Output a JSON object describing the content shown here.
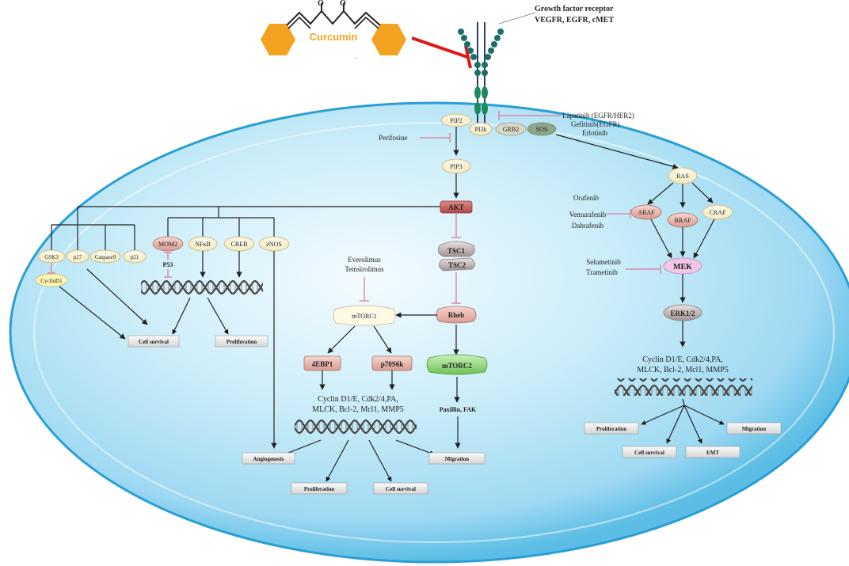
{
  "drug": {
    "name": "Curcumin",
    "dot": "."
  },
  "receptor": {
    "title": "Growth factor receptor",
    "subtitle": "VEGFR, EGFR, cMET"
  },
  "nodes": {
    "pip2": "PIP2",
    "pip3": "PIP3",
    "pi3k": "PI3k",
    "grb2": "GRB2",
    "sos": "SOS",
    "akt": "AKT",
    "tsc1": "TSC1",
    "tsc2": "TSC2",
    "rheb": "Rheb",
    "mtorc1": "mTORC1",
    "mtorc2": "mTORC2",
    "ebp1": "4EBP1",
    "p70": "p70S6k",
    "ras": "RAS",
    "araf": "ARAF",
    "braf": "BRAF",
    "craf": "CRAF",
    "mek": "MEK",
    "erk": "ERK1/2",
    "gsk3": "GSK3",
    "p27": "p27",
    "casp9": "Caspase9",
    "p21": "p21",
    "cyclind1": "CyclinD1",
    "mdm2": "MOM2",
    "nfkb": "NFκB",
    "creb": "CREB",
    "enos": "eNOS",
    "p53": "P53",
    "paxillin": "Paxillin, FAK"
  },
  "inhibitors": {
    "lapatinib": "Lapatinib (EGFR/HER2)",
    "gefitinib": "Gefitinib(EGFR)",
    "erlotinib": "Erlotinib",
    "perifosine": "Perifosine",
    "everolimus": "Everolimus",
    "temsirolimus": "Temsirolimus",
    "orafenib": "Orafenib",
    "vemurafenib": "Vemurafenib",
    "dabrafenib": "Dabrafenib",
    "selumetinib": "Selumetinib",
    "trametinib": "Trametinib"
  },
  "genes": {
    "mid": [
      "Cyclin D1/E, Cdk2/4,PA,",
      "MLCK, Bcl-2, Mcl1, MMP5"
    ],
    "right": [
      "Cyclin D1/E, Cdk2/4,PA,",
      "MLCK, Bcl-2, Mcl1, MMP5"
    ]
  },
  "outcomes": {
    "cell_survival_left": "Cell survival",
    "proliferation_left": "Proliferation",
    "angiogenesis": "Angiogenesis",
    "proliferation_mid": "Proliferation",
    "cell_survival_mid": "Cell survival",
    "migration_mid": "Migration",
    "proliferation_right": "Proliferation",
    "migration_right": "Migration",
    "cell_survival_right": "Cell survival",
    "emt": "EMT"
  },
  "colors": {
    "cell_fill": "#bfe6f7",
    "cell_edge": "#1f97c9",
    "inhibition": "#e07a9a",
    "curcumin_orange": "#f4a321",
    "akt_red": "#c85a5a",
    "mtorc2_green": "#8ed67a",
    "mek_pink": "#f2c6e8"
  }
}
